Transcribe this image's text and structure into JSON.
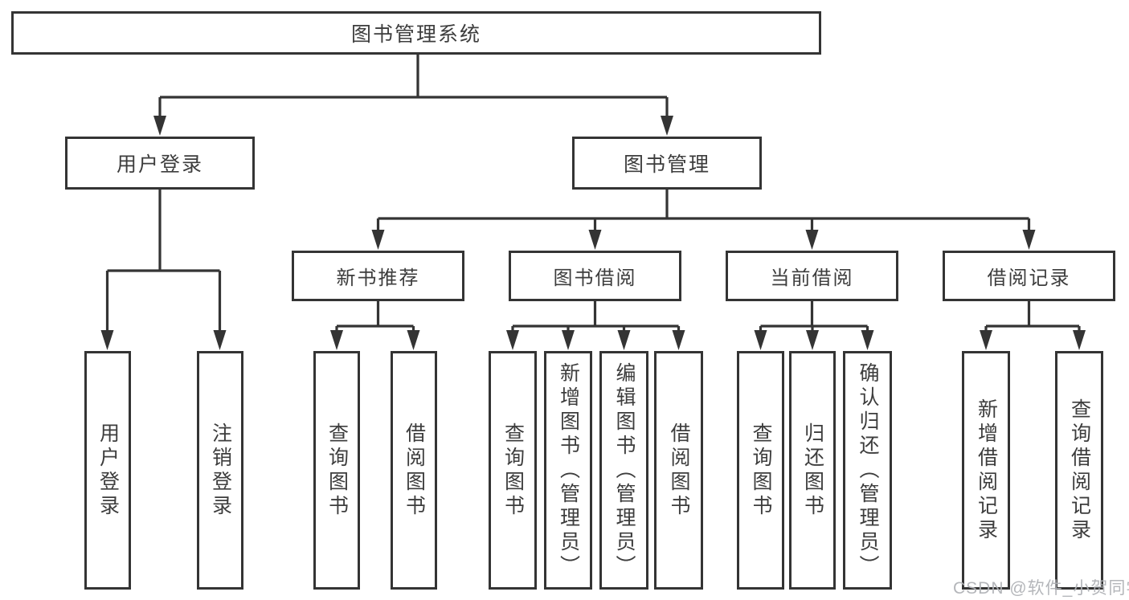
{
  "diagram": {
    "root": {
      "label": "图书管理系统"
    },
    "branches": [
      {
        "label": "用户登录",
        "children": [
          {
            "label": "用户登录"
          },
          {
            "label": "注销登录"
          }
        ]
      },
      {
        "label": "图书管理",
        "groups": [
          {
            "label": "新书推荐",
            "children": [
              {
                "label": "查询图书"
              },
              {
                "label": "借阅图书"
              }
            ]
          },
          {
            "label": "图书借阅",
            "children": [
              {
                "label": "查询图书"
              },
              {
                "label": "新增图书（管理员）"
              },
              {
                "label": "编辑图书（管理员）"
              },
              {
                "label": "借阅图书"
              }
            ]
          },
          {
            "label": "当前借阅",
            "children": [
              {
                "label": "查询图书"
              },
              {
                "label": "归还图书"
              },
              {
                "label": "确认归还（管理员）"
              }
            ]
          },
          {
            "label": "借阅记录",
            "children": [
              {
                "label": "新增借阅记录"
              },
              {
                "label": "查询借阅记录"
              }
            ]
          }
        ]
      }
    ]
  },
  "watermark": {
    "text": "CSDN @软件_小贺同学"
  },
  "colors": {
    "line": "#343434",
    "box_border": "#343434",
    "text": "#3d3d3d",
    "watermark": "#b0b2b6",
    "background": "#ffffff"
  }
}
